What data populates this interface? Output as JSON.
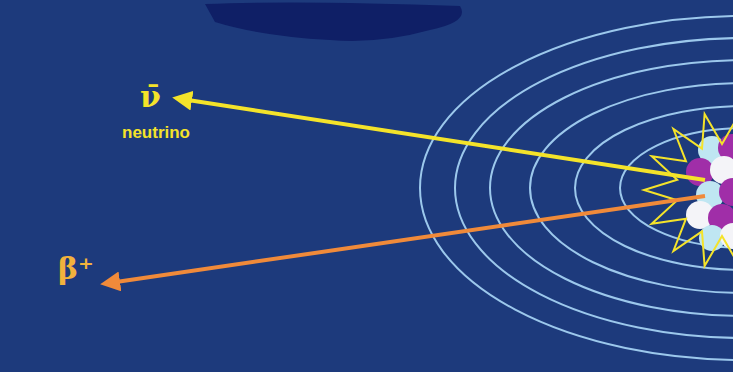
{
  "diagram": {
    "labels": [
      "ν̄",
      "neutrino",
      "β⁺"
    ]
  }
}
